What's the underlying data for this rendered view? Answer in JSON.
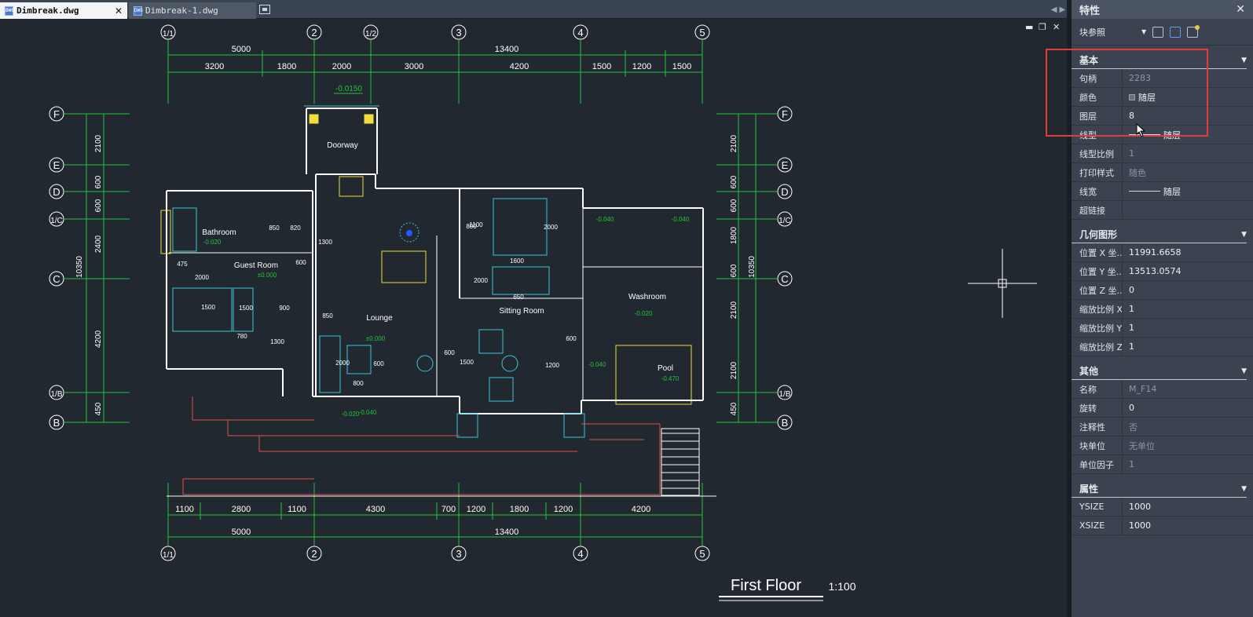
{
  "tabs": [
    {
      "label": "Dimbreak.dwg",
      "active": true
    },
    {
      "label": "Dimbreak-1.dwg",
      "active": false
    }
  ],
  "drawing": {
    "grid_labels_top": [
      "1/1",
      "2",
      "1/2",
      "3",
      "4",
      "5"
    ],
    "grid_labels_bottom": [
      "1/1",
      "2",
      "3",
      "4",
      "5"
    ],
    "grid_labels_left": [
      "F",
      "E",
      "D",
      "1/C",
      "C",
      "1/B",
      "B"
    ],
    "grid_labels_right": [
      "F",
      "E",
      "D",
      "1/C",
      "C",
      "1/B",
      "B"
    ],
    "dim_top_total": [
      "5000",
      "13400"
    ],
    "dim_top_detail": [
      "3200",
      "1800",
      "2000",
      "3000",
      "4200",
      "1500",
      "1200",
      "1500"
    ],
    "dim_bottom_detail": [
      "1100",
      "2800",
      "1100",
      "4300",
      "700",
      "1200",
      "1800",
      "1200",
      "4200"
    ],
    "dim_bottom_total": [
      "5000",
      "13400"
    ],
    "dim_left": [
      "2100",
      "600",
      "600",
      "2400",
      "4200",
      "450"
    ],
    "dim_left_total": "10350",
    "dim_right": [
      "2100",
      "600",
      "600",
      "1800",
      "600",
      "2100",
      "2100",
      "450"
    ],
    "dim_right_total": "10350",
    "elevation_top": "-0.0150",
    "rooms": [
      "Doorway",
      "Bathroom",
      "Guest Room",
      "Lounge",
      "Sitting Room",
      "Washroom",
      "Pool"
    ],
    "elev_labels": [
      "-0.020",
      "±0.000",
      "-0.040",
      "-0.040",
      "-0.040",
      "-0.020",
      "±0.000",
      "-0.040",
      "-0.470",
      "-0.020"
    ],
    "room_dims": [
      "850",
      "820",
      "1300",
      "2000",
      "1500",
      "1500",
      "780",
      "800",
      "900",
      "1300",
      "600",
      "475",
      "1100",
      "2000",
      "1600",
      "2000",
      "650",
      "850",
      "2000",
      "600",
      "600",
      "1500",
      "600",
      "1200",
      "800"
    ],
    "title": "First Floor",
    "scale": "1:100"
  },
  "panel": {
    "title": "特性",
    "block_type": "块参照",
    "sections": [
      {
        "name": "基本",
        "rows": [
          {
            "key": "句柄",
            "value": "2283",
            "dim": true
          },
          {
            "key": "颜色",
            "value": "随层",
            "swatch": true
          },
          {
            "key": "图层",
            "value": "8"
          },
          {
            "key": "线型",
            "value": "随层",
            "line": true
          },
          {
            "key": "线型比例",
            "value": "1",
            "dim": true
          },
          {
            "key": "打印样式",
            "value": "随色",
            "dim": true
          },
          {
            "key": "线宽",
            "value": "随层",
            "line": true
          },
          {
            "key": "超链接",
            "value": ""
          }
        ]
      },
      {
        "name": "几何图形",
        "rows": [
          {
            "key": "位置 X 坐...",
            "value": "11991.6658"
          },
          {
            "key": "位置 Y 坐...",
            "value": "13513.0574"
          },
          {
            "key": "位置 Z 坐...",
            "value": "0"
          },
          {
            "key": "缩放比例 X",
            "value": "1"
          },
          {
            "key": "缩放比例 Y",
            "value": "1"
          },
          {
            "key": "缩放比例 Z",
            "value": "1"
          }
        ]
      },
      {
        "name": "其他",
        "rows": [
          {
            "key": "名称",
            "value": "M_F14",
            "dim": true
          },
          {
            "key": "旋转",
            "value": "0"
          },
          {
            "key": "注释性",
            "value": "否",
            "dim": true
          },
          {
            "key": "块单位",
            "value": "无单位",
            "dim": true
          },
          {
            "key": "单位因子",
            "value": "1",
            "dim": true
          }
        ]
      },
      {
        "name": "属性",
        "rows": [
          {
            "key": "YSIZE",
            "value": "1000"
          },
          {
            "key": "XSIZE",
            "value": "1000"
          }
        ]
      }
    ]
  },
  "colors": {
    "background": "#212830",
    "dimension": "#22c33a",
    "wall": "#ffffff",
    "furniture": "#3fc6d8",
    "yellow": "#f0dc3c",
    "red": "#e05050",
    "highlight": "#e23b3b"
  }
}
